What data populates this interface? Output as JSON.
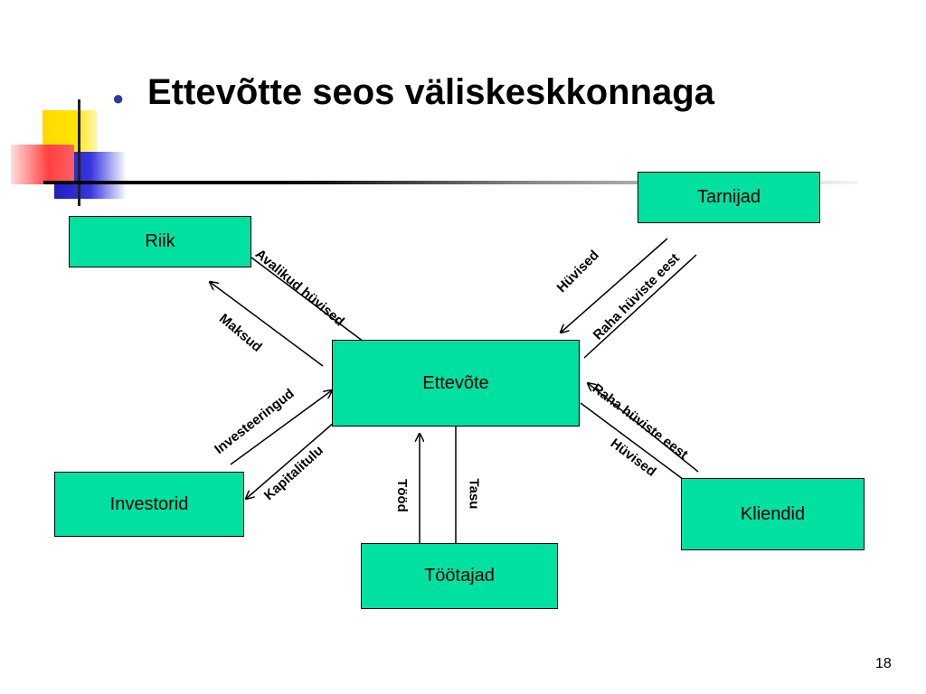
{
  "slide": {
    "title": "Ettevõtte seos väliskeskkonnaga",
    "page_number": "18"
  },
  "nodes": {
    "center": "Ettevõte",
    "riik": "Riik",
    "tarnijad": "Tarnijad",
    "investorid": "Investorid",
    "kliendid": "Kliendid",
    "tootajad": "Töötajad"
  },
  "flows": {
    "avalikud_huvised": "Avalikud hüvised",
    "maksud": "Maksud",
    "huvised_tarnijad": "Hüvised",
    "raha_tarnijad": "Raha hüviste eest",
    "investeeringud": "Investeeringud",
    "kapitalitulu": "Kapitalitulu",
    "raha_kliendid": "Raha hüviste eest",
    "huvised_kliendid": "Hüvised",
    "tood": "Tööd",
    "tasu": "Tasu"
  },
  "colors": {
    "node_fill": "#00e0a0",
    "bullet": "#2a3aa0"
  }
}
